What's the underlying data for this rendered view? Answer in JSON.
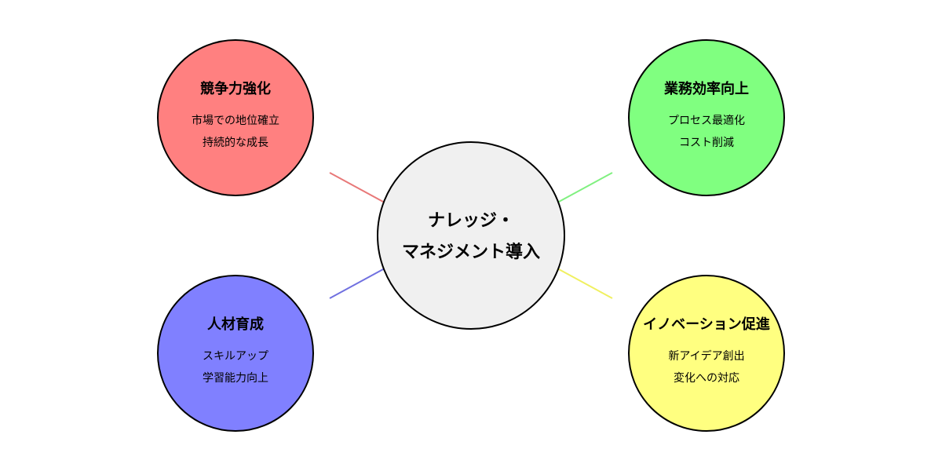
{
  "center": {
    "title_line1": "ナレッジ・",
    "title_line2": "マネジメント導入",
    "color": "#f0f0f0"
  },
  "nodes": [
    {
      "id": "tl",
      "title": "競争力強化",
      "lines": [
        "市場での地位確立",
        "持続的な成長"
      ],
      "color": "#ff8080",
      "connector_color": "#e87878"
    },
    {
      "id": "tr",
      "title": "業務効率向上",
      "lines": [
        "プロセス最適化",
        "コスト削減"
      ],
      "color": "#80ff80",
      "connector_color": "#80f080"
    },
    {
      "id": "bl",
      "title": "人材育成",
      "lines": [
        "スキルアップ",
        "学習能力向上"
      ],
      "color": "#8080ff",
      "connector_color": "#7070e0"
    },
    {
      "id": "br",
      "title": "イノベーション促進",
      "lines": [
        "新アイデア創出",
        "変化への対応"
      ],
      "color": "#ffff80",
      "connector_color": "#f0f060"
    }
  ]
}
